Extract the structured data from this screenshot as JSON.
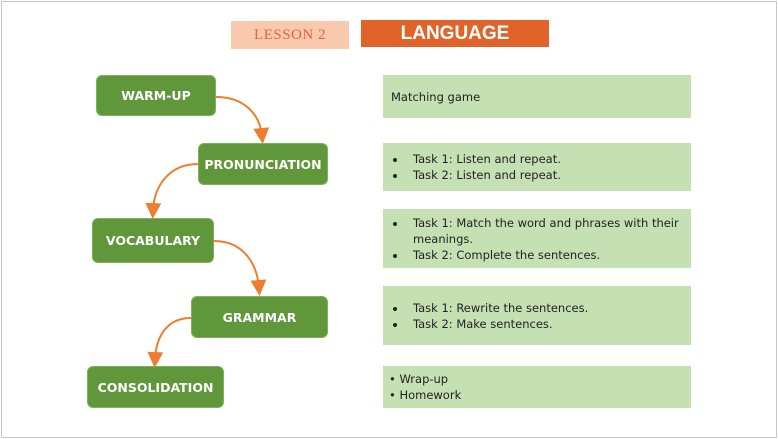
{
  "header": {
    "lesson": "LESSON 2",
    "title": "LANGUAGE"
  },
  "colors": {
    "step": "#5f973a",
    "desc": "#c5e0b3",
    "accent": "#e2632a",
    "arrow": "#ed7d31"
  },
  "steps": [
    {
      "label": "WARM-UP",
      "items": [
        "Matching game"
      ]
    },
    {
      "label": "PRONUNCIATION",
      "items": [
        "Task 1: Listen and repeat.",
        "Task 2: Listen and repeat."
      ]
    },
    {
      "label": "VOCABULARY",
      "items": [
        "Task 1: Match the word and phrases with their meanings.",
        "Task 2: Complete the sentences."
      ]
    },
    {
      "label": "GRAMMAR",
      "items": [
        "Task 1: Rewrite the sentences.",
        "Task 2: Make sentences."
      ]
    },
    {
      "label": "CONSOLIDATION",
      "items": [
        "• Wrap-up",
        "• Homework"
      ]
    }
  ]
}
